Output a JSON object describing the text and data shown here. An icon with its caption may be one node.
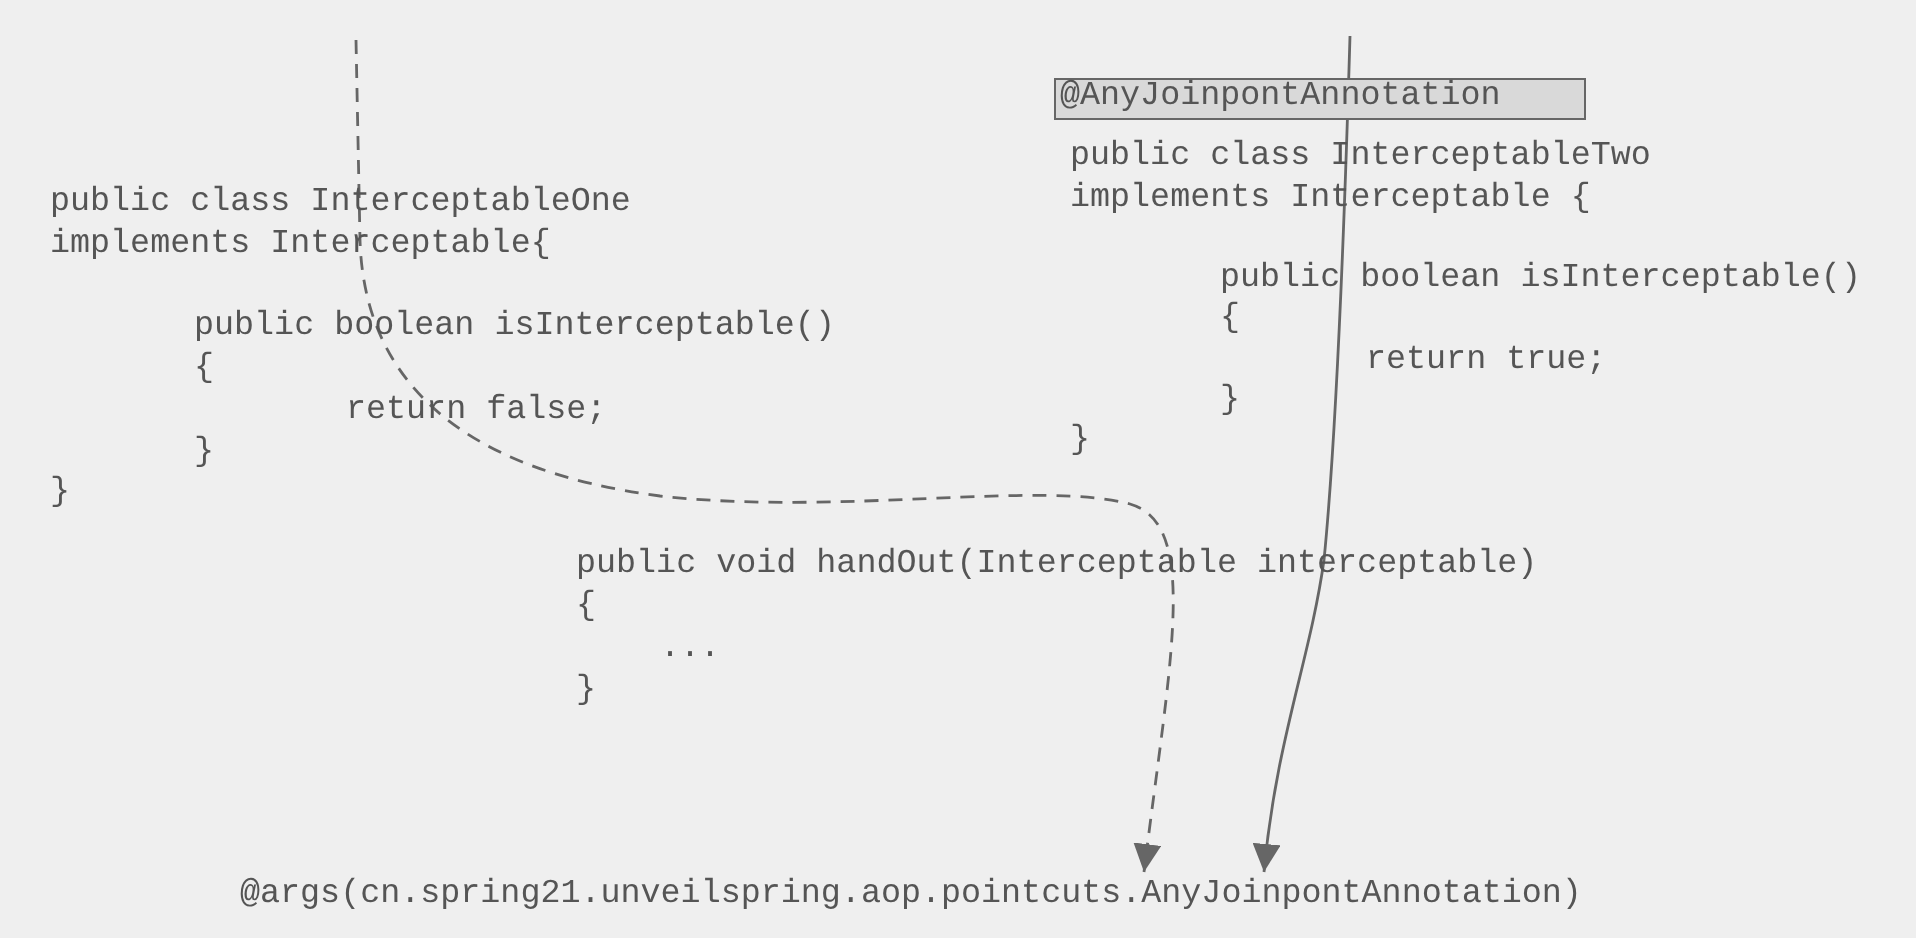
{
  "diagram": {
    "nodes": [
      {
        "text": [
          "@AnyJoinpontAnnotation"
        ]
      },
      {
        "text": [
          "@args(cn.spring21.unveilspring.aop.pointcuts.AnyJoinpontAnnotation)"
        ]
      }
    ],
    "edges": [
      {
        "from": null,
        "to": 1,
        "arrow": "to",
        "style": "dashed"
      },
      {
        "from": null,
        "to": 1,
        "arrow": "to"
      }
    ],
    "labels": [
      "public class InterceptableOne",
      "implements Interceptable{",
      "public boolean isInterceptable()",
      "{",
      "return false;",
      "}",
      "}",
      "public class InterceptableTwo",
      "implements Interceptable {",
      "public boolean isInterceptable()",
      "{",
      "return true;",
      "}",
      "}",
      "public void handOut(Interceptable interceptable)",
      "{",
      "...",
      "}"
    ]
  }
}
